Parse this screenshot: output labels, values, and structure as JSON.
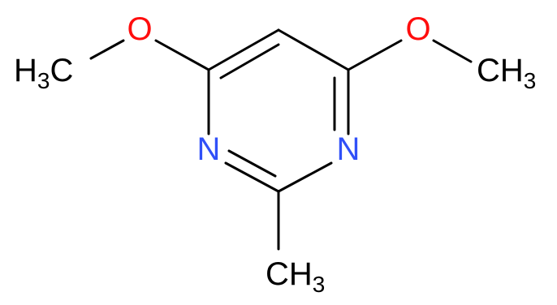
{
  "molecule": {
    "atoms": {
      "o_left": {
        "text": "O",
        "color": "#ff0d0d"
      },
      "o_right": {
        "text": "O",
        "color": "#ff0d0d"
      },
      "n_left": {
        "text": "N",
        "color": "#3050f8"
      },
      "n_right": {
        "text": "N",
        "color": "#3050f8"
      },
      "me_left": {
        "pre": "H",
        "sub": "3",
        "post": "C"
      },
      "me_right": {
        "pre": "CH",
        "sub": "3"
      },
      "me_bottom": {
        "pre": "CH",
        "sub": "3"
      }
    },
    "colors": {
      "bond": "#000000",
      "oxygen": "#ff0d0d",
      "nitrogen": "#3050f8",
      "carbon": "#000000"
    }
  }
}
